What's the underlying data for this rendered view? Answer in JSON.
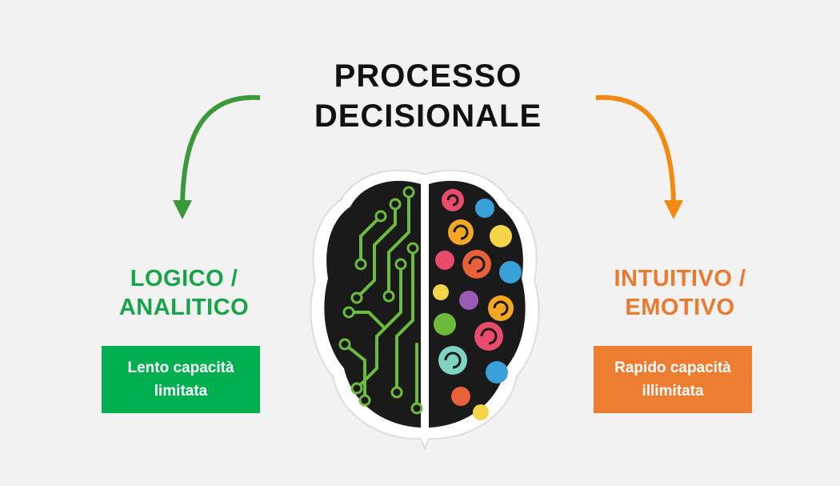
{
  "title": {
    "line1": "PROCESSO",
    "line2": "DECISIONALE"
  },
  "left": {
    "heading_line1": "LOGICO /",
    "heading_line2": "ANALITICO",
    "box_line1": "Lento capacità",
    "box_line2": "limitata",
    "color": "#16a34a",
    "box_color": "#00b050"
  },
  "right": {
    "heading_line1": "INTUITIVO /",
    "heading_line2": "EMOTIVO",
    "box_line1": "Rapido capacità",
    "box_line2": "illimitata",
    "color": "#ea7a2e",
    "box_color": "#ed7d31"
  },
  "icons": {
    "brain": "brain-icon",
    "left_arrow": "curved-arrow-down-left-icon",
    "right_arrow": "curved-arrow-down-right-icon"
  }
}
